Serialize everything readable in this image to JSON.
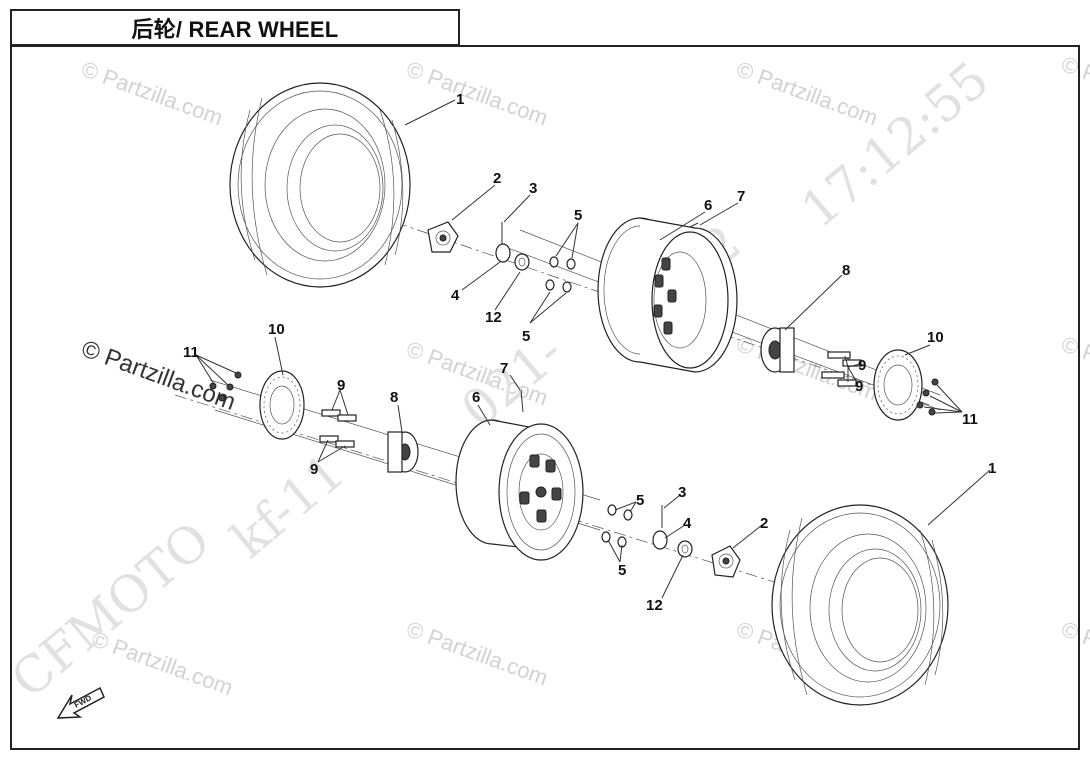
{
  "title": "后轮/ REAR WHEEL",
  "watermarks": {
    "partzilla": "© Partzilla.com",
    "partzilla_large": "© Partzilla.com",
    "brand": "CFMOTO",
    "code": "kf-11",
    "date_fragment": "021-",
    "year_fragment": "22",
    "time": "17:12:55"
  },
  "callouts": [
    "1",
    "2",
    "3",
    "4",
    "5",
    "6",
    "7",
    "8",
    "9",
    "10",
    "11",
    "12"
  ],
  "fwd_label": "FWD"
}
